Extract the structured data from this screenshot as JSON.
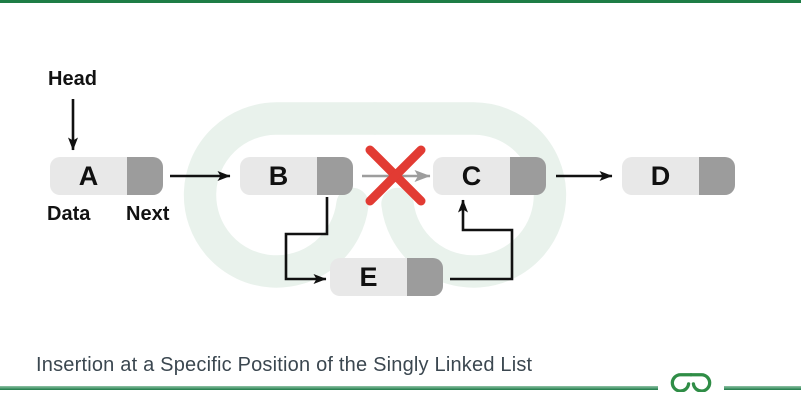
{
  "diagram": {
    "head_label": "Head",
    "data_label": "Data",
    "next_label": "Next",
    "nodes": [
      {
        "label": "A"
      },
      {
        "label": "B"
      },
      {
        "label": "C"
      },
      {
        "label": "D"
      },
      {
        "label": "E"
      }
    ],
    "arrows": [
      "head-to-A",
      "A-to-B",
      "B-to-C-crossed-out",
      "B-to-E",
      "E-to-C",
      "C-to-D"
    ]
  },
  "caption": "Insertion at a Specific Position of the Singly Linked List",
  "colors": {
    "accent_green": "#2f8d46",
    "top_bar_green": "#1e7d46",
    "node_data_bg": "#e8e8e8",
    "node_next_bg": "#9c9c9c",
    "arrow_black": "#111111",
    "disabled_arrow_gray": "#9d9d9d",
    "cross_red": "#e23b33",
    "caption_text": "#3b4750",
    "watermark": "#e9f2ec"
  },
  "icons": {
    "logo": "geeksforgeeks-logo",
    "cross": "red-x-icon"
  }
}
